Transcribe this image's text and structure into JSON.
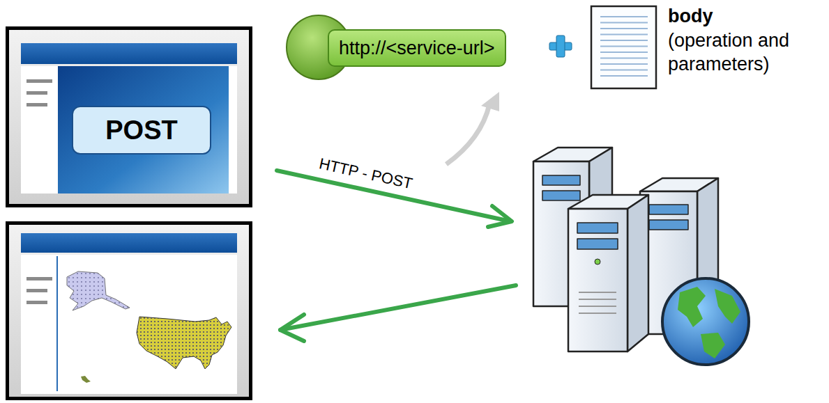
{
  "diagram": {
    "nodes": [
      {
        "text": [
          "POST"
        ]
      },
      {
        "text": [
          "http://<service-url>"
        ]
      },
      {
        "text": [
          "body",
          "(operation and parameters)"
        ]
      }
    ],
    "labels": [
      "HTTP - POST"
    ]
  }
}
